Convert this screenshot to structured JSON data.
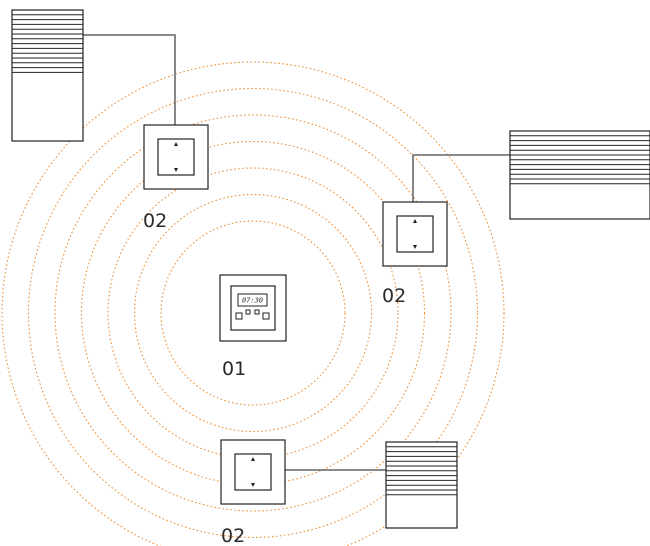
{
  "colors": {
    "signal_rings": "#f0913a",
    "lines": "#222222",
    "wire": "#7a7a7a",
    "background": "#ffffff"
  },
  "central_unit": {
    "label": "01",
    "display_time": "07:30"
  },
  "switches": [
    {
      "label": "02"
    },
    {
      "label": "02"
    },
    {
      "label": "02"
    }
  ],
  "signal_ring_count": 7
}
